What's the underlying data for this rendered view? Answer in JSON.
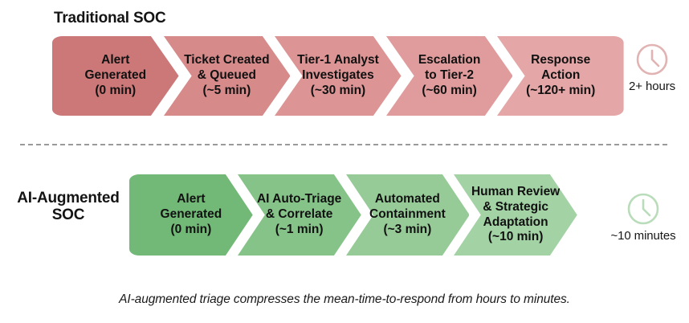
{
  "rows": [
    {
      "id": "traditional",
      "label": "Traditional SOC",
      "accent": "#cf7b7b",
      "stage_colors": [
        "#cd7878",
        "#d78a8a",
        "#dd9494",
        "#e09c9c",
        "#e4a6a6"
      ],
      "stages": [
        {
          "title_line1": "Alert",
          "title_line2": "Generated",
          "title_line3": "",
          "duration": "(0 min)"
        },
        {
          "title_line1": "Ticket Created",
          "title_line2": "& Queued",
          "title_line3": "",
          "duration": "(~5 min)"
        },
        {
          "title_line1": "Tier-1 Analyst",
          "title_line2": "Investigates",
          "title_line3": "",
          "duration": "(~30 min)"
        },
        {
          "title_line1": "Escalation",
          "title_line2": "to Tier-2",
          "title_line3": "",
          "duration": "(~60 min)"
        },
        {
          "title_line1": "Response",
          "title_line2": "Action",
          "title_line3": "",
          "duration": "(~120+ min)"
        }
      ],
      "clock": {
        "icon": "clock-icon",
        "color": "#e2b3b3",
        "caption": "2+ hours"
      }
    },
    {
      "id": "ai",
      "label": "AI-Augmented SOC",
      "accent": "#79b97d",
      "stage_colors": [
        "#72b877",
        "#86c389",
        "#96cb98",
        "#a3d2a5"
      ],
      "stages": [
        {
          "title_line1": "Alert",
          "title_line2": "Generated",
          "title_line3": "",
          "duration": "(0 min)"
        },
        {
          "title_line1": "AI Auto-Triage",
          "title_line2": "& Correlate",
          "title_line3": "",
          "duration": "(~1 min)"
        },
        {
          "title_line1": "Automated",
          "title_line2": "Containment",
          "title_line3": "",
          "duration": "(~3 min)"
        },
        {
          "title_line1": "Human Review",
          "title_line2": "& Strategic",
          "title_line3": "Adaptation",
          "duration": "(~10 min)"
        }
      ],
      "clock": {
        "icon": "clock-icon",
        "color": "#b9dcba",
        "caption": "~10 minutes"
      }
    }
  ],
  "divider": {
    "style": "dashed",
    "color": "#9a9a9a"
  },
  "caption": "AI-augmented triage compresses the mean-time-to-respond from hours to minutes."
}
